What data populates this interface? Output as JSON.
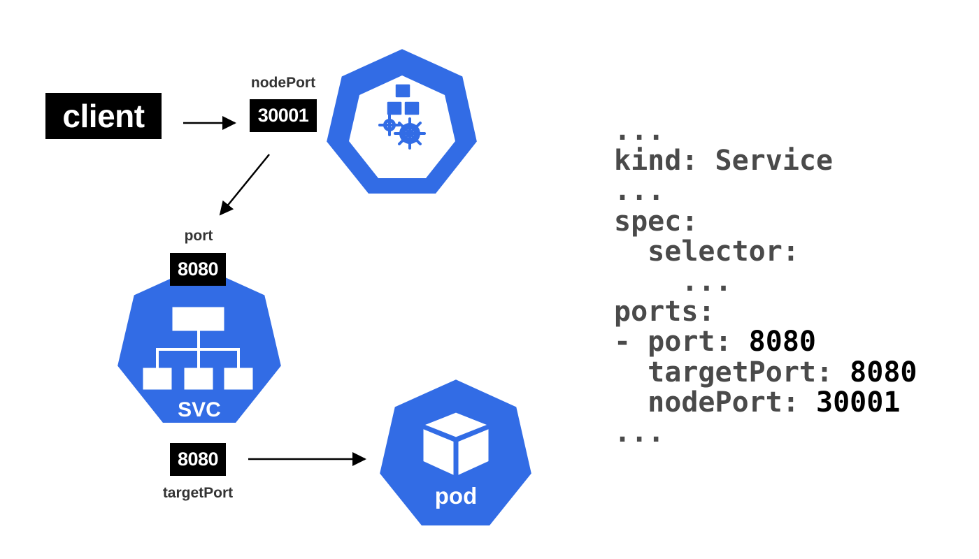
{
  "client": {
    "label": "client"
  },
  "node": {
    "label": "node",
    "port_label": "nodePort",
    "port_value": "30001"
  },
  "service": {
    "label": "SVC",
    "port_label": "port",
    "port_value": "8080",
    "target_port_label": "targetPort",
    "target_port_value": "8080"
  },
  "pod": {
    "label": "pod"
  },
  "colors": {
    "k8s_blue": "#326ce5",
    "label_gray": "#333333",
    "yaml_key": "#4a4a4a",
    "yaml_value": "#000000"
  },
  "icons": {
    "node": "k8s-node-icon",
    "service": "k8s-svc-icon",
    "pod": "k8s-pod-icon"
  },
  "yaml": {
    "lines": [
      {
        "key": "...",
        "value": ""
      },
      {
        "key": "kind: Service",
        "value": ""
      },
      {
        "key": "...",
        "value": ""
      },
      {
        "key": "spec:",
        "value": ""
      },
      {
        "key": "  selector:",
        "value": ""
      },
      {
        "key": "    ...",
        "value": ""
      },
      {
        "key": "ports:",
        "value": ""
      },
      {
        "key": "- port: ",
        "value": "8080"
      },
      {
        "key": "  targetPort: ",
        "value": "8080"
      },
      {
        "key": "  nodePort: ",
        "value": "30001"
      },
      {
        "key": "...",
        "value": ""
      }
    ]
  }
}
